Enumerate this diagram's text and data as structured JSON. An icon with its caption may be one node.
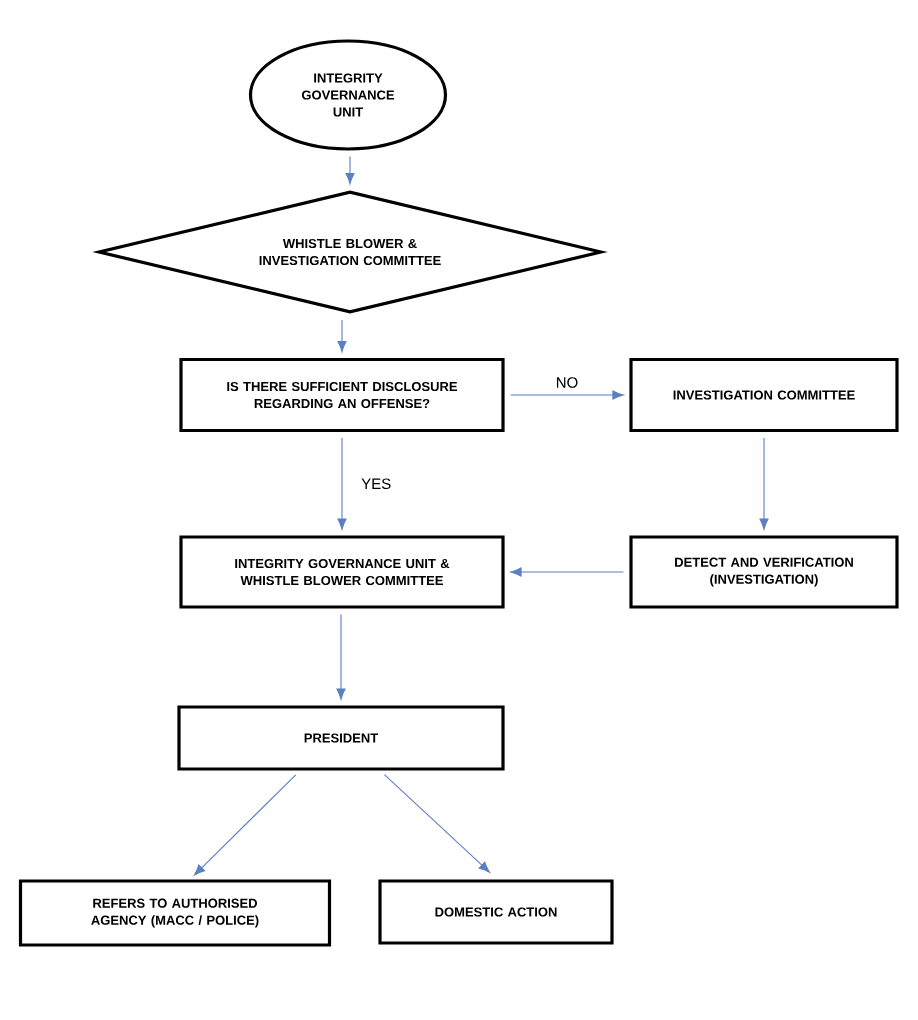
{
  "diagram": {
    "nodes": [
      {
        "text": [
          "INTEGRITY GOVERNANCE UNIT"
        ]
      },
      {
        "text": [
          "WHISTLE BLOWER & INVESTIGATION COMMITTEE"
        ]
      },
      {
        "text": [
          "IS THERE SUFFICIENT DISCLOSURE REGARDING AN OFFENSE?"
        ]
      },
      {
        "text": [
          "INVESTIGATION COMMITTEE"
        ]
      },
      {
        "text": [
          "INTEGRITY GOVERNANCE UNIT & WHISTLE BLOWER COMMITTEE"
        ]
      },
      {
        "text": [
          "DETECT AND VERIFICATION (INVESTIGATION)"
        ]
      },
      {
        "text": [
          "PRESIDENT"
        ]
      },
      {
        "text": [
          "REFERS TO AUTHORISED AGENCY (MACC / POLICE)"
        ]
      },
      {
        "text": [
          "DOMESTIC ACTION"
        ]
      }
    ],
    "edges": [
      {
        "from": 0,
        "to": 1,
        "arrow": "to"
      },
      {
        "from": 1,
        "to": 2,
        "arrow": "to"
      },
      {
        "from": 2,
        "to": 3,
        "arrow": "to",
        "label": "NO"
      },
      {
        "from": 2,
        "to": 4,
        "arrow": "to",
        "label": "YES"
      },
      {
        "from": 3,
        "to": 5,
        "arrow": "to"
      },
      {
        "from": 5,
        "to": 4,
        "arrow": "to"
      },
      {
        "from": 4,
        "to": 6,
        "arrow": "to"
      },
      {
        "from": 6,
        "to": 7,
        "arrow": "to"
      },
      {
        "from": 6,
        "to": 8,
        "arrow": "to"
      }
    ]
  }
}
